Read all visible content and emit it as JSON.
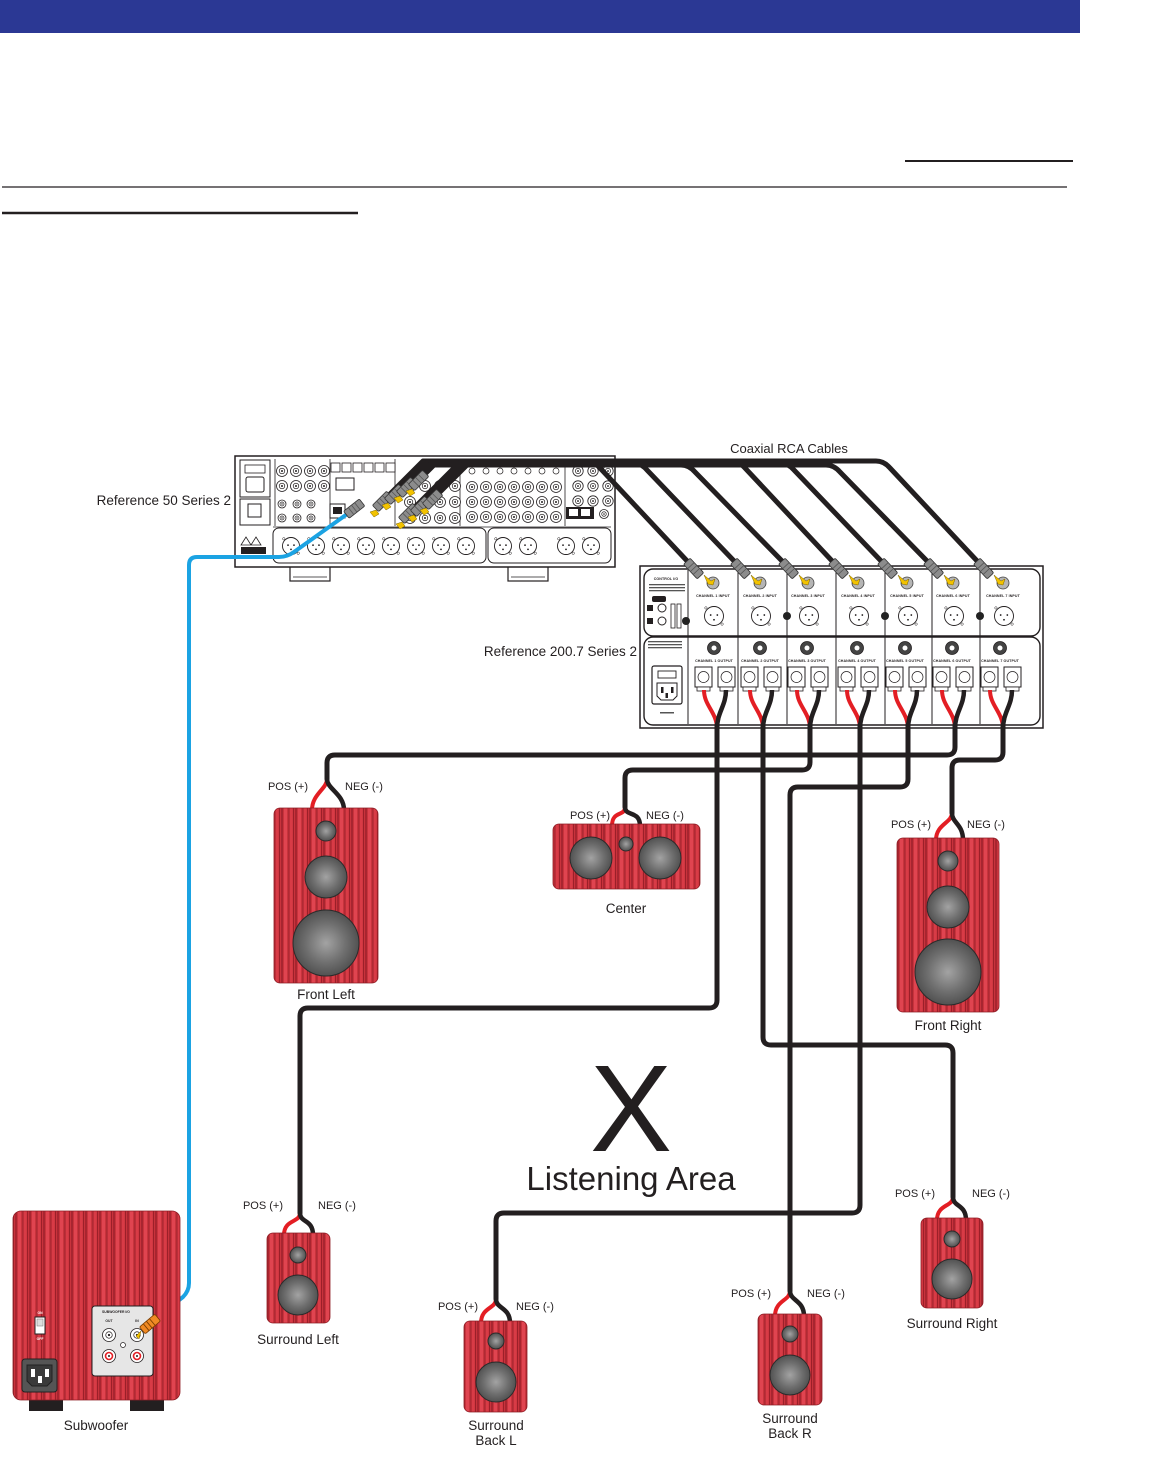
{
  "colors": {
    "brand_blue": "#2b3894",
    "speaker_wire_positive": "#e31e24",
    "speaker_wire_negative": "#231f20",
    "rca_cable": "#231f20",
    "subwoofer_cable": "#1ba3e3",
    "rca_connector": "#f2c200",
    "subwoofer_plug": "#f08a24",
    "speaker_cabinet": "#c9343d",
    "driver": "#6d6d6d"
  },
  "diagram": {
    "processor": {
      "label": "Reference 50 Series 2"
    },
    "amplifier": {
      "label": "Reference 200.7 Series 2",
      "control_label": "CONTROL I/O",
      "channels": [
        {
          "input": "CHANNEL 1 INPUT",
          "output": "CHANNEL 1 OUTPUT"
        },
        {
          "input": "CHANNEL 2 INPUT",
          "output": "CHANNEL 2 OUTPUT"
        },
        {
          "input": "CHANNEL 3 INPUT",
          "output": "CHANNEL 3 OUTPUT"
        },
        {
          "input": "CHANNEL 4 INPUT",
          "output": "CHANNEL 4 OUTPUT"
        },
        {
          "input": "CHANNEL 5 INPUT",
          "output": "CHANNEL 5 OUTPUT"
        },
        {
          "input": "CHANNEL 6 INPUT",
          "output": "CHANNEL 6 OUTPUT"
        },
        {
          "input": "CHANNEL 7 INPUT",
          "output": "CHANNEL 7 OUTPUT"
        }
      ]
    },
    "interconnect_label": "Coaxial RCA Cables",
    "listening_position": {
      "marker": "X",
      "label": "Listening Area"
    },
    "speakers": [
      {
        "id": "front_left",
        "label_lines": [
          "Front Left"
        ],
        "positive_label": "POS (+)",
        "negative_label": "NEG (-)",
        "amp_channel": 6
      },
      {
        "id": "center",
        "label_lines": [
          "Center"
        ],
        "positive_label": "POS (+)",
        "negative_label": "NEG (-)",
        "amp_channel": 3
      },
      {
        "id": "front_right",
        "label_lines": [
          "Front Right"
        ],
        "positive_label": "POS (+)",
        "negative_label": "NEG (-)",
        "amp_channel": 7
      },
      {
        "id": "surround_left",
        "label_lines": [
          "Surround Left"
        ],
        "positive_label": "POS (+)",
        "negative_label": "NEG (-)",
        "amp_channel": 1
      },
      {
        "id": "surround_right",
        "label_lines": [
          "Surround Right"
        ],
        "positive_label": "POS (+)",
        "negative_label": "NEG (-)",
        "amp_channel": 2
      },
      {
        "id": "surround_back_l",
        "label_lines": [
          "Surround",
          "Back L"
        ],
        "positive_label": "POS (+)",
        "negative_label": "NEG (-)",
        "amp_channel": 4
      },
      {
        "id": "surround_back_r",
        "label_lines": [
          "Surround",
          "Back R"
        ],
        "positive_label": "POS (+)",
        "negative_label": "NEG (-)",
        "amp_channel": 5
      }
    ],
    "subwoofer": {
      "label": "Subwoofer",
      "panel_title": "SUBWOOFER I/O",
      "out_label": "OUT",
      "in_label": "IN",
      "switch_on_label": "ON",
      "switch_off_label": "OFF"
    }
  }
}
